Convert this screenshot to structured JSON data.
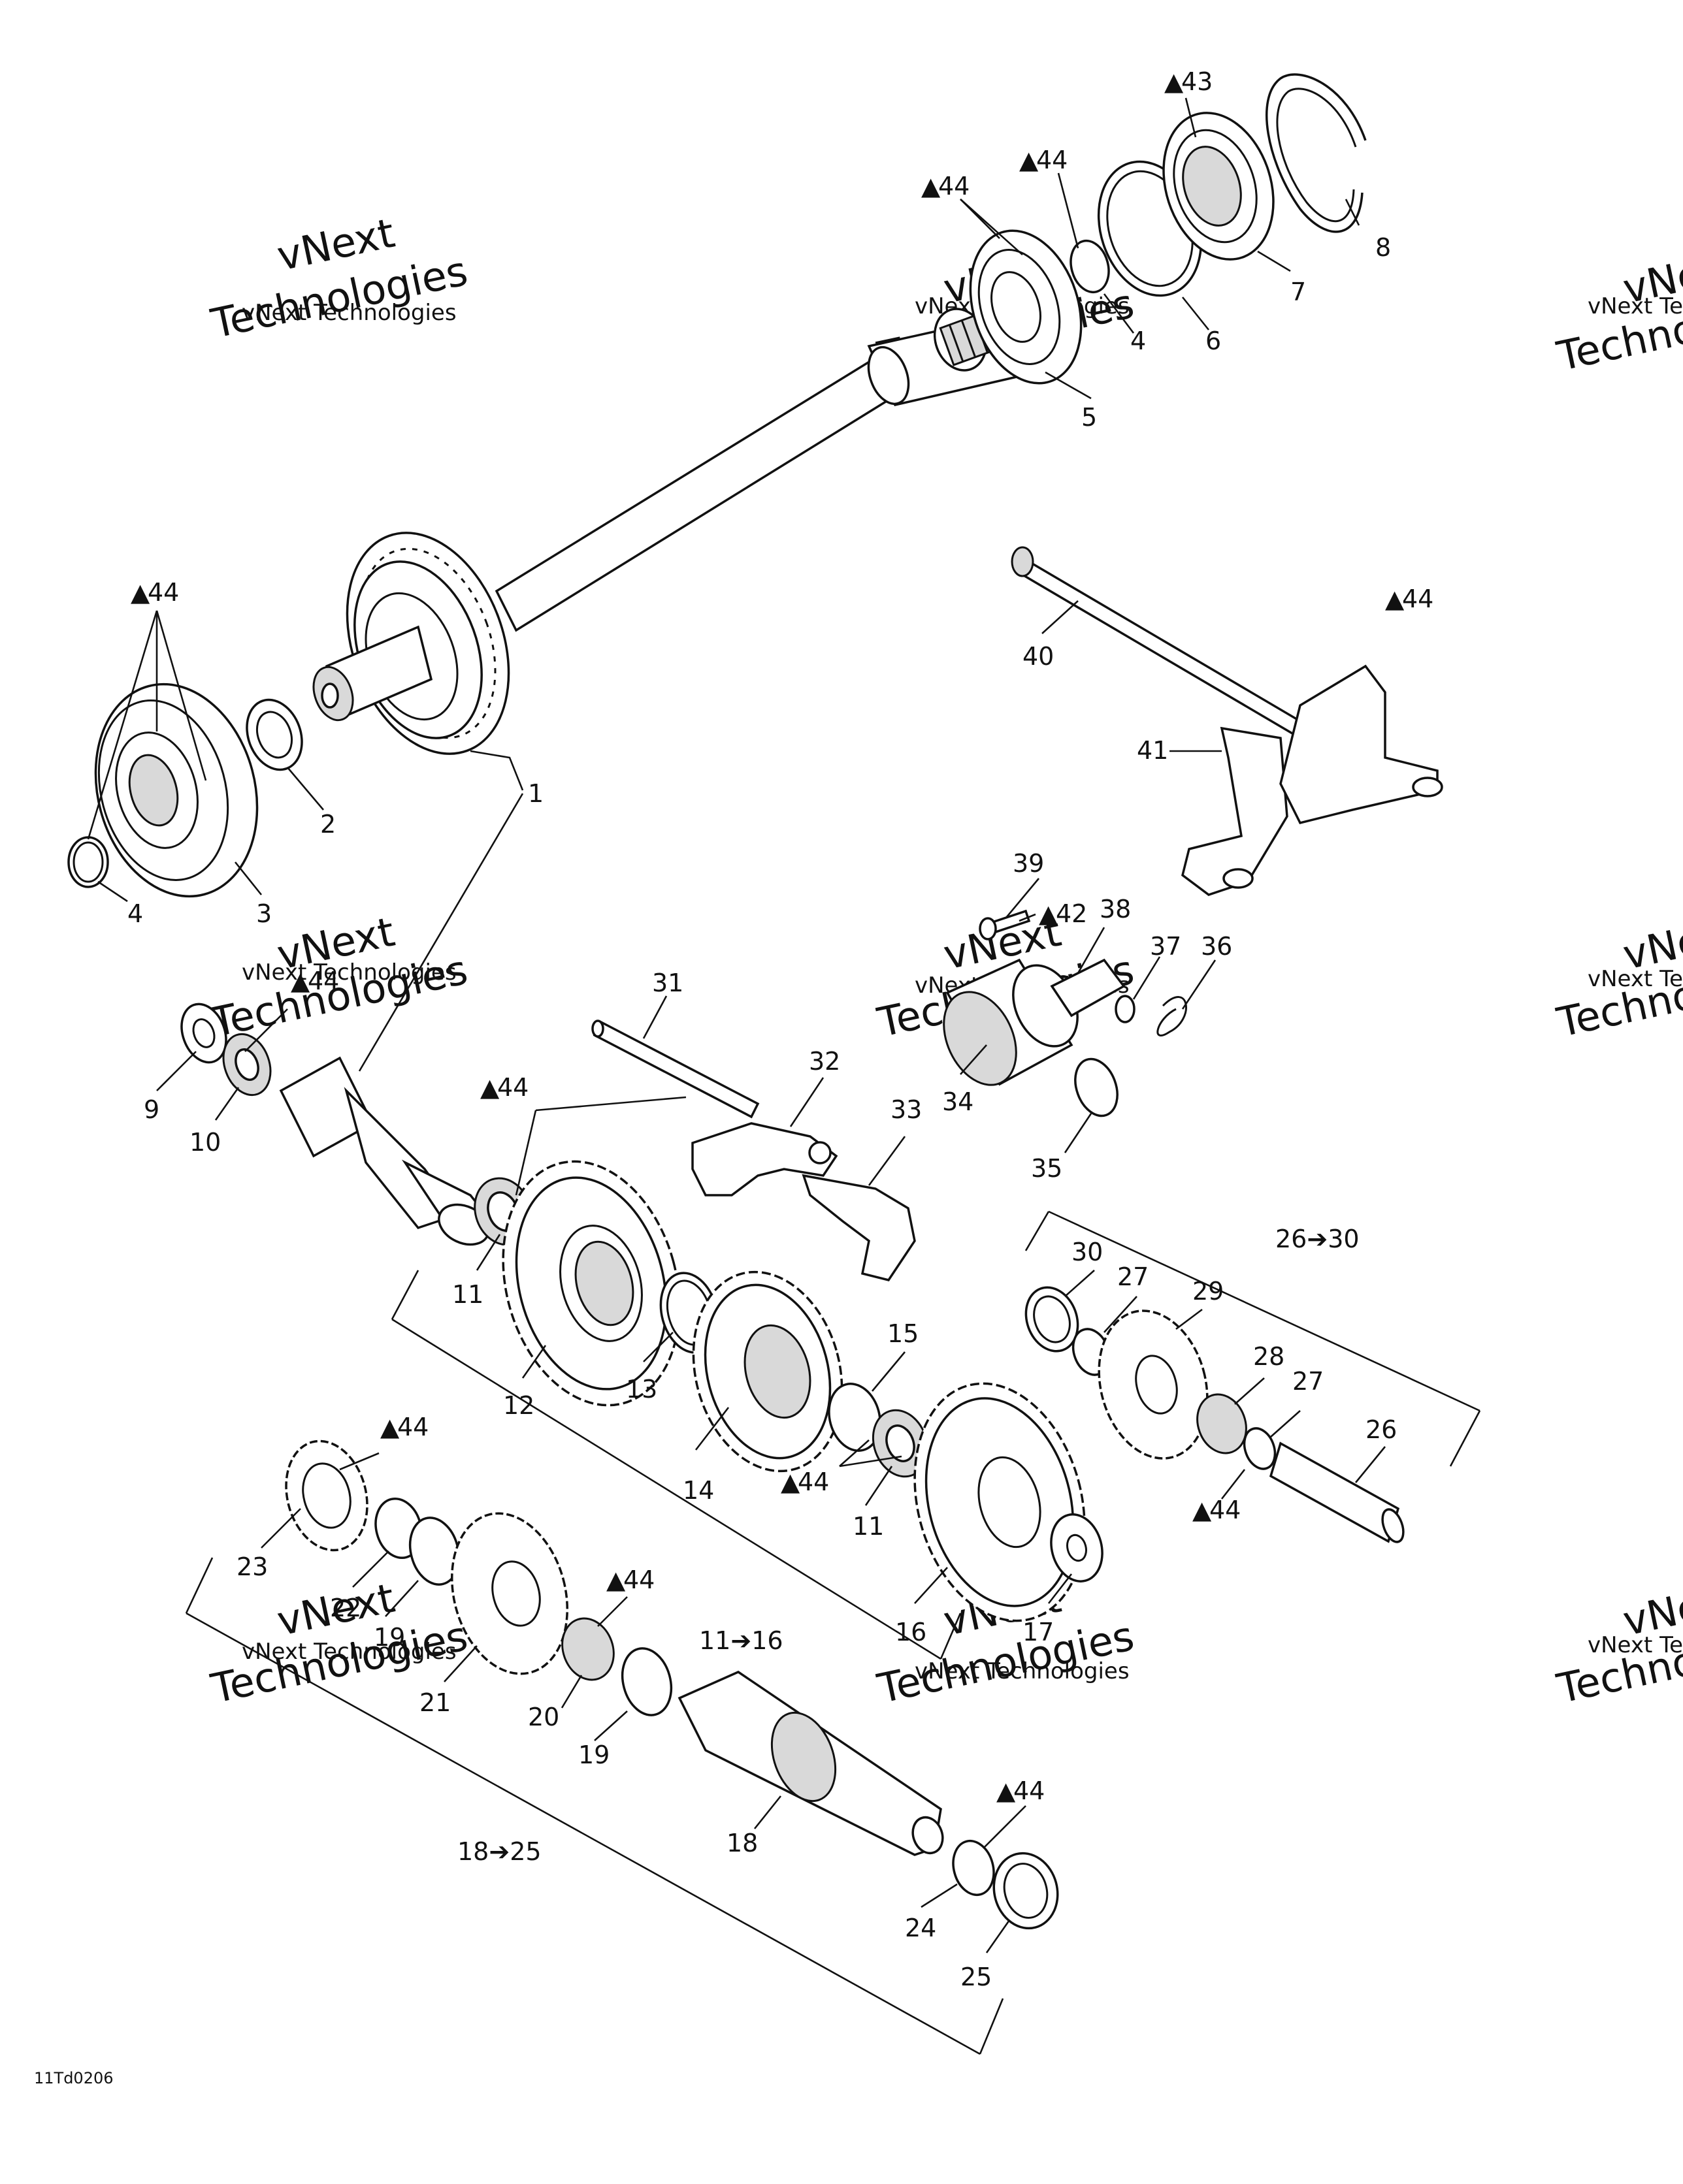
{
  "drawing_code": "11Td0206",
  "watermarks": [
    {
      "line1": "vNext Technologies",
      "line2": "vNext",
      "line3": "Technologies"
    },
    {
      "line1": "vNext Technologies",
      "line2": "vNext",
      "line3": "Technologies"
    },
    {
      "line1": "vNext Technologies",
      "line2": "vNext",
      "line3": "Technologies"
    },
    {
      "line1": "vNext Technologies",
      "line2": "vNext",
      "line3": "Technologies"
    },
    {
      "line1": "vNext Technologies",
      "line2": "vNext",
      "line3": "Technologies"
    },
    {
      "line1": "vNext Technologies",
      "line2": "vNext",
      "line3": "Technologies"
    },
    {
      "line1": "vNext Technologies",
      "line2": "vNext",
      "line3": "Technologies"
    },
    {
      "line1": "vNext Technologies",
      "line2": "vNext",
      "line3": "Technologies"
    },
    {
      "line1": "vNext Technologies",
      "line2": "vNext",
      "line3": "Technologies"
    }
  ],
  "callouts": [
    {
      "text": "1"
    },
    {
      "text": "2"
    },
    {
      "text": "3"
    },
    {
      "text": "4"
    },
    {
      "text": "4"
    },
    {
      "text": "5"
    },
    {
      "text": "6"
    },
    {
      "text": "7"
    },
    {
      "text": "8"
    },
    {
      "text": "9"
    },
    {
      "text": "10"
    },
    {
      "text": "11"
    },
    {
      "text": "11"
    },
    {
      "text": "12"
    },
    {
      "text": "13"
    },
    {
      "text": "14"
    },
    {
      "text": "15"
    },
    {
      "text": "16"
    },
    {
      "text": "17"
    },
    {
      "text": "18"
    },
    {
      "text": "19"
    },
    {
      "text": "19"
    },
    {
      "text": "20"
    },
    {
      "text": "21"
    },
    {
      "text": "22"
    },
    {
      "text": "23"
    },
    {
      "text": "24"
    },
    {
      "text": "25"
    },
    {
      "text": "26"
    },
    {
      "text": "27"
    },
    {
      "text": "27"
    },
    {
      "text": "28"
    },
    {
      "text": "29"
    },
    {
      "text": "30"
    },
    {
      "text": "31"
    },
    {
      "text": "32"
    },
    {
      "text": "33"
    },
    {
      "text": "34"
    },
    {
      "text": "35"
    },
    {
      "text": "36"
    },
    {
      "text": "37"
    },
    {
      "text": "38"
    },
    {
      "text": "39"
    },
    {
      "text": "40"
    },
    {
      "text": "41"
    }
  ],
  "lubricant_marks": [
    {
      "symbol": "▲",
      "text": "43"
    },
    {
      "symbol": "▲",
      "text": "44"
    },
    {
      "symbol": "▲",
      "text": "44"
    },
    {
      "symbol": "▲",
      "text": "44"
    },
    {
      "symbol": "▲",
      "text": "44"
    },
    {
      "symbol": "▲",
      "text": "44"
    },
    {
      "symbol": "▲",
      "text": "44"
    },
    {
      "symbol": "▲",
      "text": "44"
    },
    {
      "symbol": "▲",
      "text": "44"
    },
    {
      "symbol": "▲",
      "text": "44"
    },
    {
      "symbol": "▲",
      "text": "44"
    },
    {
      "symbol": "▲",
      "text": "44"
    },
    {
      "symbol": "▲",
      "text": "42"
    }
  ],
  "group_labels": [
    {
      "text": "26➔30"
    },
    {
      "text": "11➔16"
    },
    {
      "text": "18➔25"
    }
  ],
  "colors": {
    "line": "#111111",
    "background": "#ffffff",
    "watermark": "#c8c8c8"
  }
}
